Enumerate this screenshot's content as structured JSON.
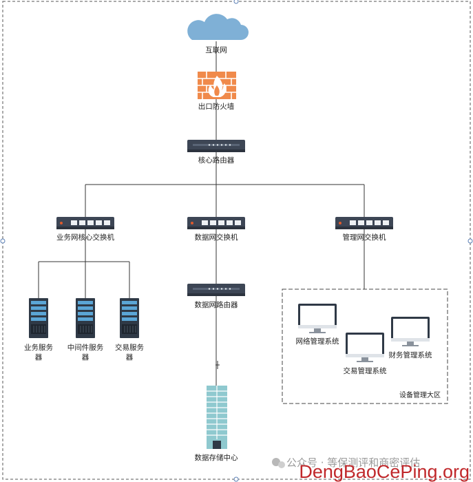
{
  "nodes": {
    "internet": "互联网",
    "firewall": "出口防火墙",
    "core_router": "核心路由器",
    "biz_core_switch": "业务网核心交换机",
    "data_switch": "数据网交换机",
    "mgmt_switch": "管理网交换机",
    "biz_server": [
      "业务服务",
      "器"
    ],
    "middleware_server": [
      "中间件服务",
      "器"
    ],
    "trade_server": [
      "交易服务",
      "器"
    ],
    "data_router": "数据网路由器",
    "data_storage": "数据存储中心",
    "net_mgmt_pc": "网络管理系统",
    "trade_mgmt_pc": "交易管理系统",
    "finance_mgmt_pc": "财务管理系统"
  },
  "zones": {
    "device_mgmt_zone": "设备管理大区"
  },
  "watermark": {
    "wechat_text": "公众号 · 等保测评和商密评估",
    "site_url": "DengBaoCePing.org"
  },
  "colors": {
    "cloud": "#7fb0d6",
    "firewall": "#f08a4b",
    "device_body": "#3d4655",
    "server_accent": "#5ba6d6",
    "building": "#8fc9cf",
    "url_red": "#c0282b"
  }
}
